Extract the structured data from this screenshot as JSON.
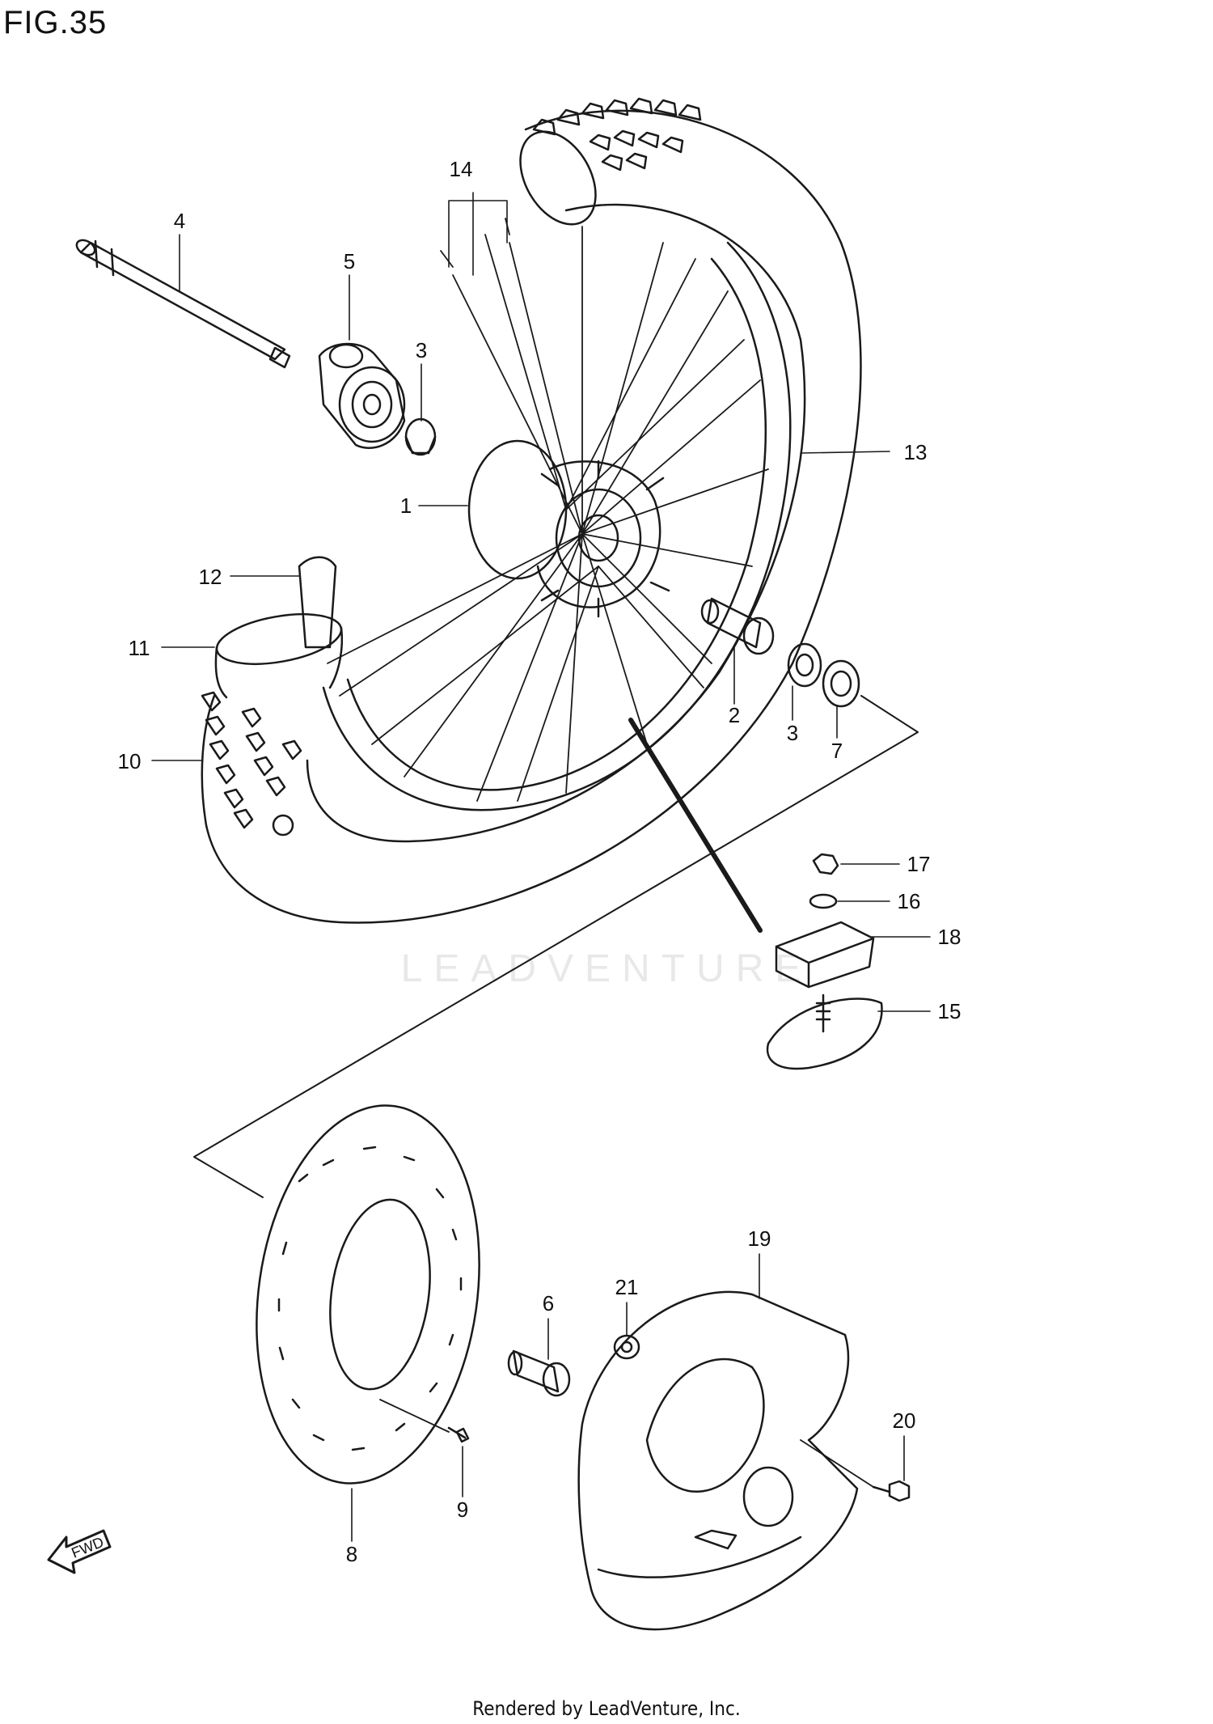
{
  "figure": {
    "title": "FIG.35",
    "footer": "Rendered by LeadVenture, Inc.",
    "watermark": "LEADVENTURE",
    "fwd_label": "FWD"
  },
  "callouts": [
    {
      "id": "1",
      "part": "hub"
    },
    {
      "id": "2",
      "part": "spacer"
    },
    {
      "id": "3a",
      "label": "3",
      "part": "bearing"
    },
    {
      "id": "3b",
      "label": "3",
      "part": "bearing"
    },
    {
      "id": "4",
      "part": "axle"
    },
    {
      "id": "5",
      "part": "speedometer-gearbox"
    },
    {
      "id": "6",
      "part": "collar"
    },
    {
      "id": "7",
      "part": "oil-seal"
    },
    {
      "id": "8",
      "part": "brake-disc"
    },
    {
      "id": "9",
      "part": "disc-bolt"
    },
    {
      "id": "10",
      "part": "tire"
    },
    {
      "id": "11",
      "part": "tube"
    },
    {
      "id": "12",
      "part": "rim-band"
    },
    {
      "id": "13",
      "part": "rim"
    },
    {
      "id": "14",
      "part": "spokes"
    },
    {
      "id": "15",
      "part": "rim-lock"
    },
    {
      "id": "16",
      "part": "washer"
    },
    {
      "id": "17",
      "part": "nut"
    },
    {
      "id": "18",
      "part": "pad"
    },
    {
      "id": "19",
      "part": "disc-cover"
    },
    {
      "id": "20",
      "part": "cover-bolt"
    },
    {
      "id": "21",
      "part": "grommet"
    }
  ],
  "colors": {
    "line": "#1a1a1a",
    "background": "#ffffff",
    "watermark": "#e8e8e8"
  }
}
